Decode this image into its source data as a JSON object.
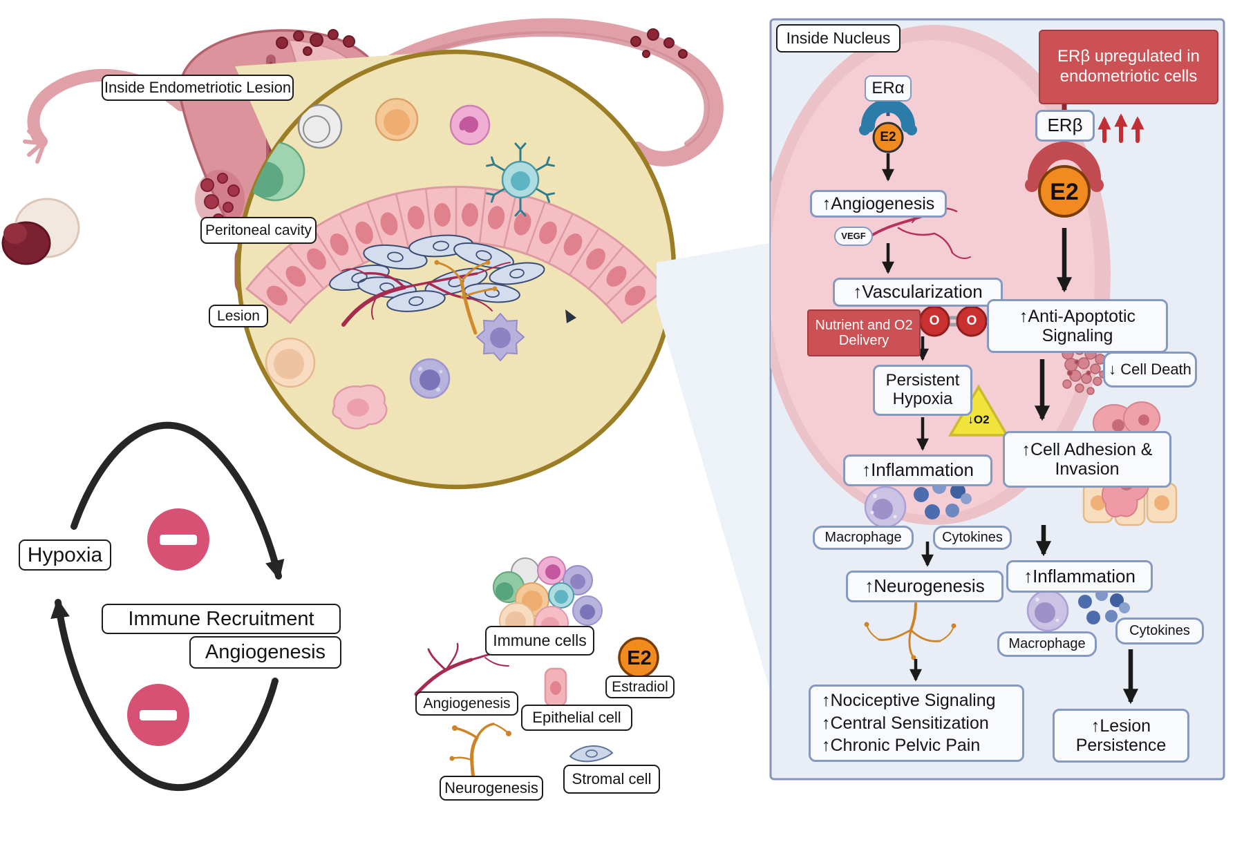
{
  "overview": {
    "inside_lesion": "Inside Endometriotic Lesion",
    "peritoneal_cavity": "Peritoneal cavity",
    "lesion": "Lesion"
  },
  "cycle": {
    "hypoxia": "Hypoxia",
    "immune_recruitment": "Immune Recruitment",
    "angiogenesis": "Angiogenesis"
  },
  "legend": {
    "immune_cells": "Immune cells",
    "e2": "E2",
    "estradiol": "Estradiol",
    "angiogenesis": "Angiogenesis",
    "epithelial_cell": "Epithelial cell",
    "neurogenesis": "Neurogenesis",
    "stromal_cell": "Stromal cell"
  },
  "panel": {
    "title": "Inside Nucleus",
    "er_alpha": "ERα",
    "er_beta": "ERβ",
    "e2": "E2",
    "o_atom": "O",
    "erb_upregulated": "ERβ upregulated in endometriotic cells",
    "left": {
      "angiogenesis": "↑Angiogenesis",
      "vegf": "VEGF",
      "vascularization": "↑Vascularization",
      "nutrient_o2": "Nutrient and O2 Delivery",
      "persistent_hypoxia": "Persistent Hypoxia",
      "o2_down": "↓O2",
      "inflammation": "↑Inflammation",
      "macrophage": "Macrophage",
      "cytokines": "Cytokines",
      "neurogenesis": "↑Neurogenesis",
      "outcome_1": "↑Nociceptive Signaling",
      "outcome_2": "↑Central Sensitization",
      "outcome_3": "↑Chronic Pelvic Pain"
    },
    "right": {
      "anti_apoptotic": "↑Anti-Apoptotic Signaling",
      "cell_death": "↓ Cell Death",
      "cell_adhesion": "↑Cell Adhesion & Invasion",
      "inflammation": "↑Inflammation",
      "macrophage": "Macrophage",
      "cytokines": "Cytokines",
      "lesion_persistence": "↑Lesion Persistence"
    }
  },
  "colors": {
    "accent_red": "#cb5154",
    "panel_bg": "#e9eef6",
    "tan_circle": "#f0e4b6",
    "minus_pink": "#d75175",
    "e2_orange": "#f28b1f"
  }
}
